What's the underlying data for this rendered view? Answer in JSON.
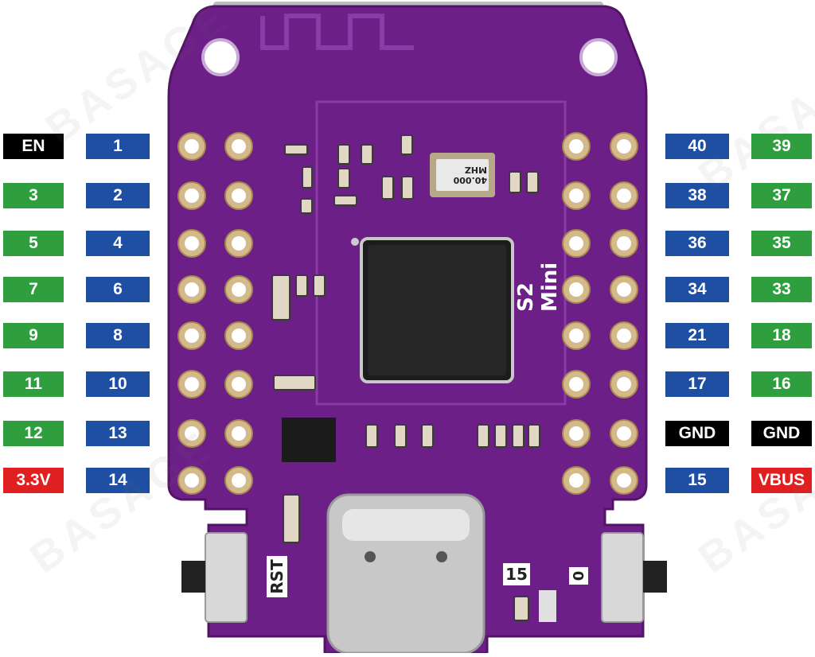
{
  "colors": {
    "black": "#000000",
    "blue": "#1f4fa3",
    "green": "#2e9e3e",
    "red": "#e02020",
    "pcb": "#6c1f86",
    "pcb_dark": "#521466"
  },
  "left_outer": [
    {
      "text": "EN",
      "color": "black"
    },
    {
      "text": "3",
      "color": "green"
    },
    {
      "text": "5",
      "color": "green"
    },
    {
      "text": "7",
      "color": "green"
    },
    {
      "text": "9",
      "color": "green"
    },
    {
      "text": "11",
      "color": "green"
    },
    {
      "text": "12",
      "color": "green"
    },
    {
      "text": "3.3V",
      "color": "red"
    }
  ],
  "left_inner": [
    {
      "text": "1",
      "color": "blue"
    },
    {
      "text": "2",
      "color": "blue"
    },
    {
      "text": "4",
      "color": "blue"
    },
    {
      "text": "6",
      "color": "blue"
    },
    {
      "text": "8",
      "color": "blue"
    },
    {
      "text": "10",
      "color": "blue"
    },
    {
      "text": "13",
      "color": "blue"
    },
    {
      "text": "14",
      "color": "blue"
    }
  ],
  "right_inner": [
    {
      "text": "40",
      "color": "blue"
    },
    {
      "text": "38",
      "color": "blue"
    },
    {
      "text": "36",
      "color": "blue"
    },
    {
      "text": "34",
      "color": "blue"
    },
    {
      "text": "21",
      "color": "blue"
    },
    {
      "text": "17",
      "color": "blue"
    },
    {
      "text": "GND",
      "color": "black"
    },
    {
      "text": "15",
      "color": "blue"
    }
  ],
  "right_outer": [
    {
      "text": "39",
      "color": "green"
    },
    {
      "text": "37",
      "color": "green"
    },
    {
      "text": "35",
      "color": "green"
    },
    {
      "text": "33",
      "color": "green"
    },
    {
      "text": "18",
      "color": "green"
    },
    {
      "text": "16",
      "color": "green"
    },
    {
      "text": "GND",
      "color": "black"
    },
    {
      "text": "VBUS",
      "color": "red"
    }
  ],
  "board": {
    "model": "S2 Mini",
    "crystal": "40.000 MHZ",
    "rst_label": "RST",
    "btn0_label": "0",
    "led_label": "15"
  },
  "watermark": "BASAGE"
}
